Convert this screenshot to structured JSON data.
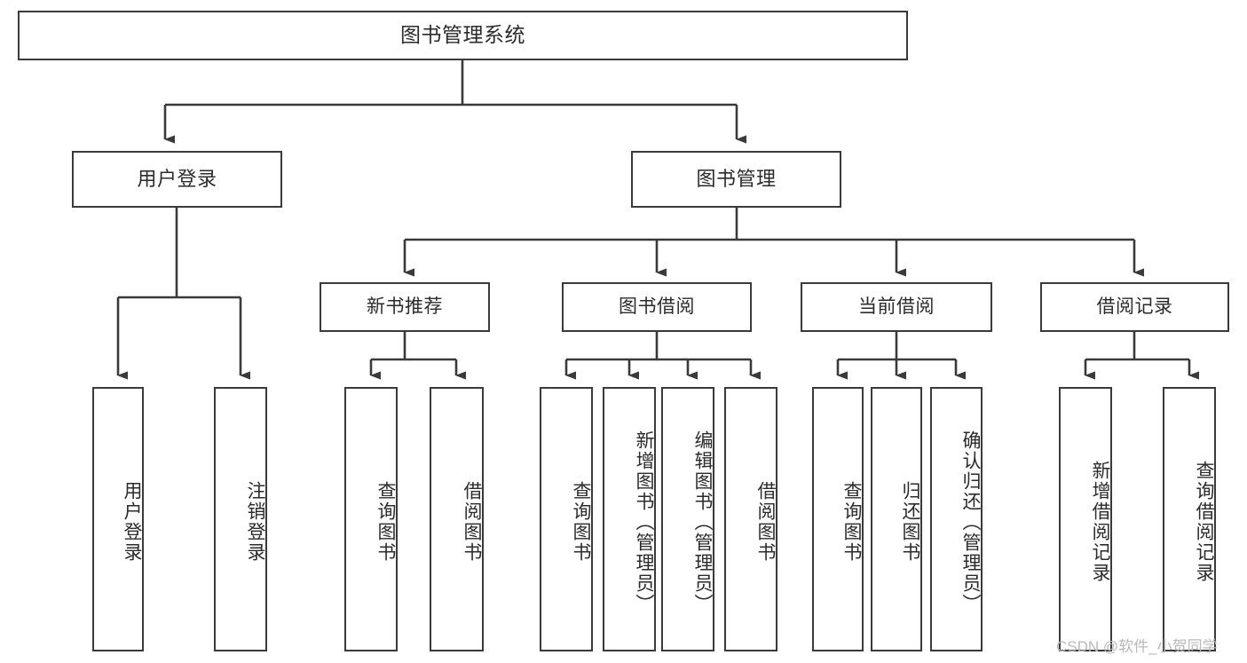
{
  "diagram": {
    "title": "图书管理系统",
    "type": "tree-hierarchy",
    "line_color": "#3a3a3a",
    "text_color": "#2b2b2b",
    "background": "#ffffff",
    "root": {
      "label": "图书管理系统"
    },
    "level2": [
      {
        "label": "用户登录"
      },
      {
        "label": "图书管理"
      }
    ],
    "level3": [
      {
        "label": "新书推荐"
      },
      {
        "label": "图书借阅"
      },
      {
        "label": "当前借阅"
      },
      {
        "label": "借阅记录"
      }
    ],
    "leaves": {
      "user_login": [
        {
          "label": "用户登录"
        },
        {
          "label": "注销登录"
        }
      ],
      "new_book_recommend": [
        {
          "label": "查询图书"
        },
        {
          "label": "借阅图书"
        }
      ],
      "book_borrow": [
        {
          "label": "查询图书"
        },
        {
          "label": "新增图书（管理员）"
        },
        {
          "label": "编辑图书（管理员）"
        },
        {
          "label": "借阅图书"
        }
      ],
      "current_borrow": [
        {
          "label": "查询图书"
        },
        {
          "label": "归还图书"
        },
        {
          "label": "确认归还（管理员）"
        }
      ],
      "borrow_record": [
        {
          "label": "新增借阅记录"
        },
        {
          "label": "查询借阅记录"
        }
      ]
    }
  },
  "watermark": {
    "text": "CSDN @软件_小贺同学"
  }
}
